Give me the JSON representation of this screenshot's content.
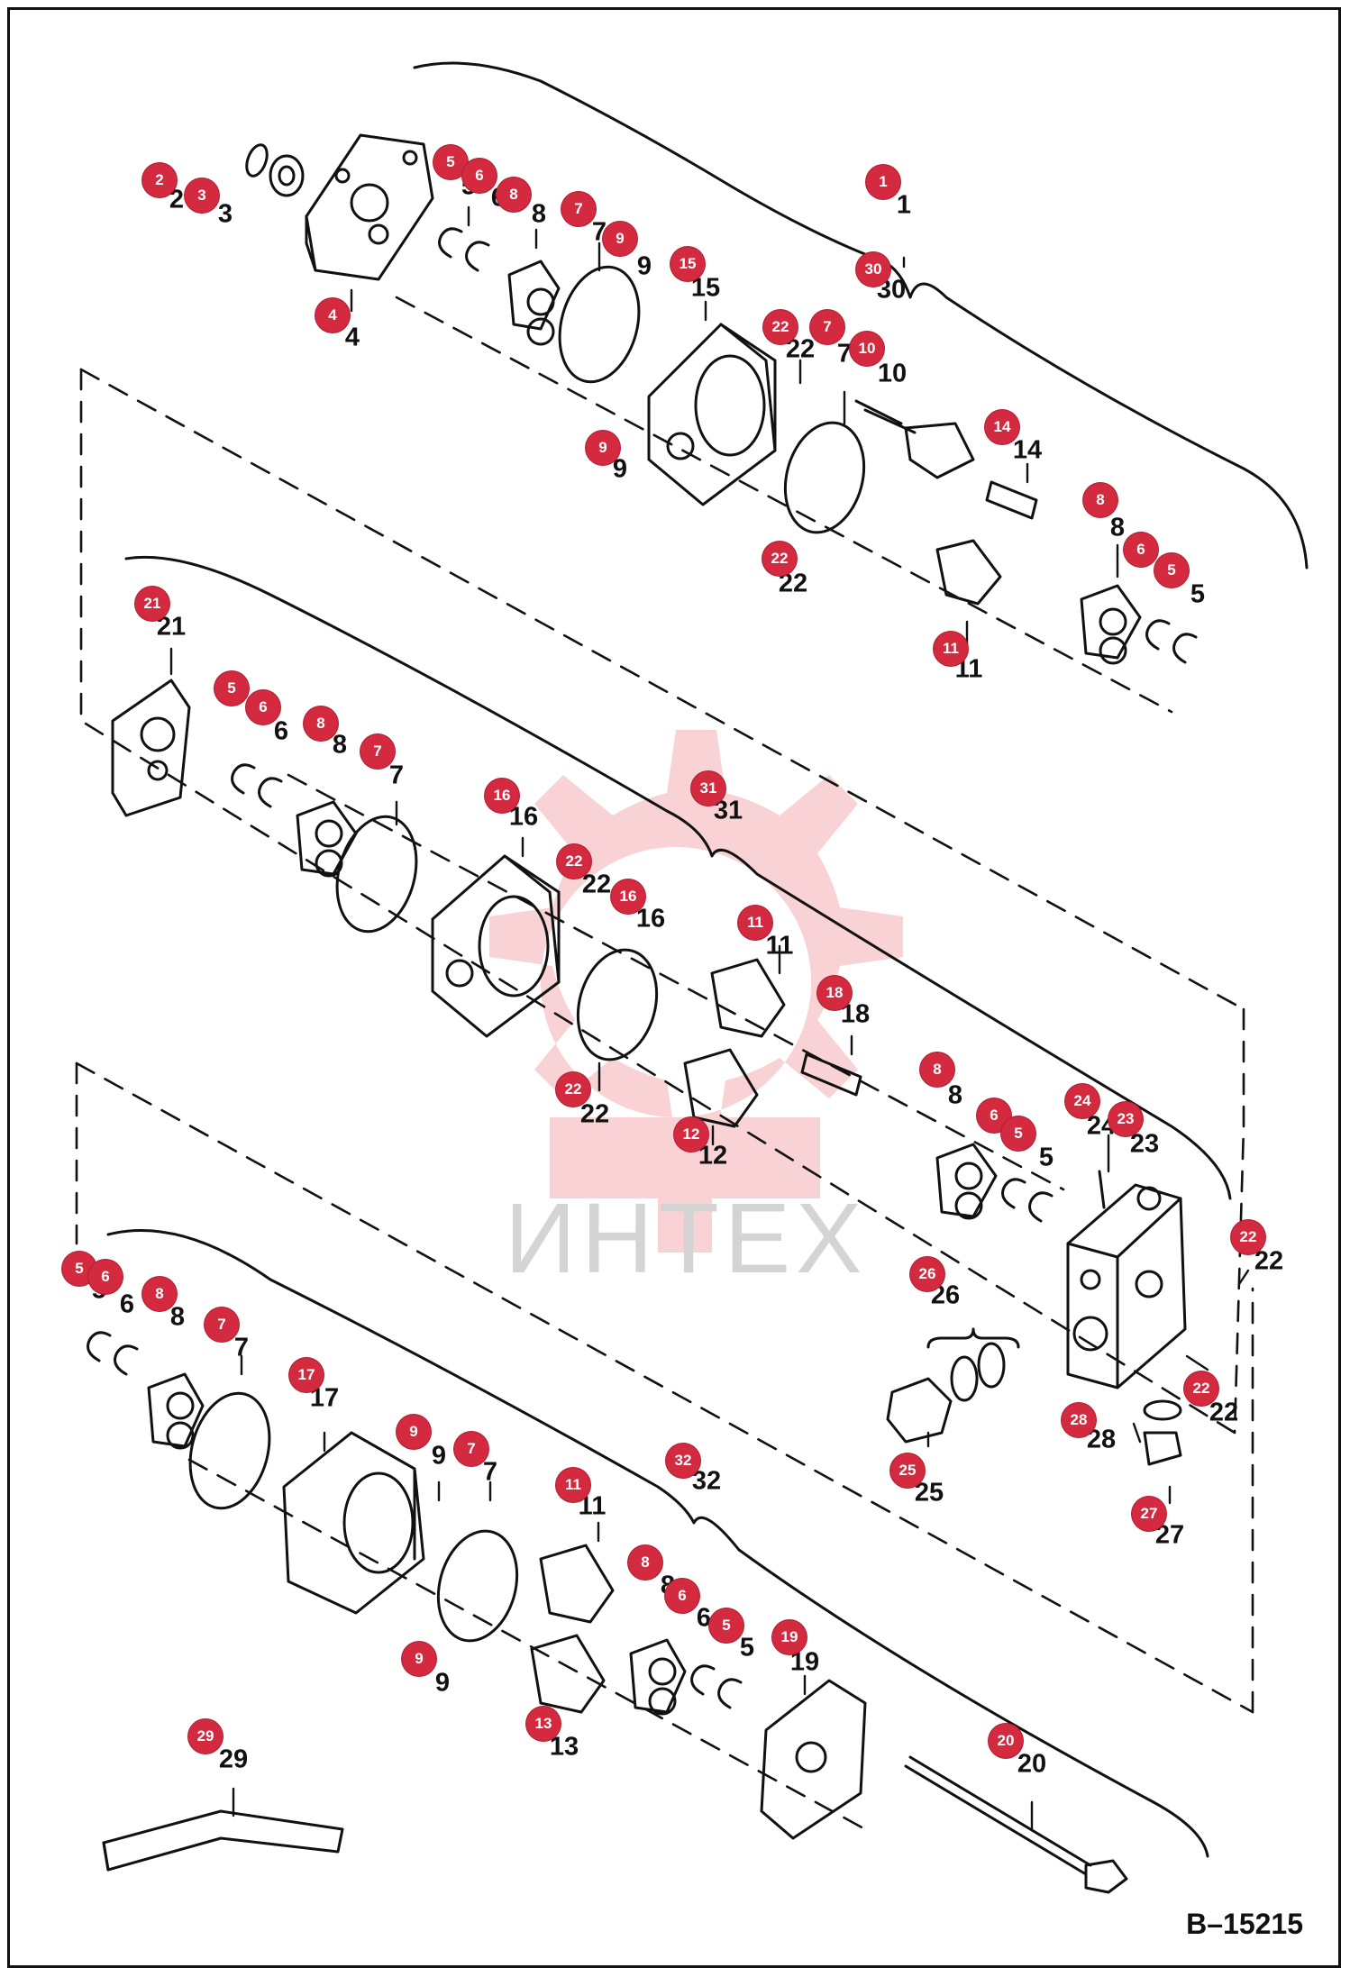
{
  "diagram": {
    "drawing_id": "B–15215",
    "watermark": "ИНТЕХ",
    "watermark_color": "#f2a7ad",
    "marker_color": "#d42a40",
    "callouts": [
      {
        "id": "c1",
        "number": "1"
      },
      {
        "id": "c2",
        "number": "2"
      },
      {
        "id": "c3",
        "number": "3"
      },
      {
        "id": "c4",
        "number": "4"
      },
      {
        "id": "c5a",
        "number": "5"
      },
      {
        "id": "c6a",
        "number": "6"
      },
      {
        "id": "c8a",
        "number": "8"
      },
      {
        "id": "c7a",
        "number": "7"
      },
      {
        "id": "c9a",
        "number": "9"
      },
      {
        "id": "c15",
        "number": "15"
      },
      {
        "id": "c30",
        "number": "30"
      },
      {
        "id": "c22a",
        "number": "22"
      },
      {
        "id": "c7b",
        "number": "7"
      },
      {
        "id": "c10",
        "number": "10"
      },
      {
        "id": "c9b",
        "number": "9"
      },
      {
        "id": "c14",
        "number": "14"
      },
      {
        "id": "c8b",
        "number": "8"
      },
      {
        "id": "c6b",
        "number": "6"
      },
      {
        "id": "c5b",
        "number": "5"
      },
      {
        "id": "c22b",
        "number": "22"
      },
      {
        "id": "c11a",
        "number": "11"
      },
      {
        "id": "c21",
        "number": "21"
      },
      {
        "id": "c5c",
        "number": "5"
      },
      {
        "id": "c6c",
        "number": "6"
      },
      {
        "id": "c8c",
        "number": "8"
      },
      {
        "id": "c7c",
        "number": "7"
      },
      {
        "id": "c16a",
        "number": "16"
      },
      {
        "id": "c31",
        "number": "31"
      },
      {
        "id": "c22c",
        "number": "22"
      },
      {
        "id": "c16b",
        "number": "16"
      },
      {
        "id": "c11b",
        "number": "11"
      },
      {
        "id": "c18",
        "number": "18"
      },
      {
        "id": "c22d",
        "number": "22"
      },
      {
        "id": "c12",
        "number": "12"
      },
      {
        "id": "c8d",
        "number": "8"
      },
      {
        "id": "c6d",
        "number": "6"
      },
      {
        "id": "c5d",
        "number": "5"
      },
      {
        "id": "c24",
        "number": "24"
      },
      {
        "id": "c23",
        "number": "23"
      },
      {
        "id": "c22e",
        "number": "22"
      },
      {
        "id": "c26",
        "number": "26"
      },
      {
        "id": "c22f",
        "number": "22"
      },
      {
        "id": "c28",
        "number": "28"
      },
      {
        "id": "c25",
        "number": "25"
      },
      {
        "id": "c27",
        "number": "27"
      },
      {
        "id": "c5e",
        "number": "5"
      },
      {
        "id": "c6e",
        "number": "6"
      },
      {
        "id": "c8e",
        "number": "8"
      },
      {
        "id": "c7d",
        "number": "7"
      },
      {
        "id": "c17",
        "number": "17"
      },
      {
        "id": "c9c",
        "number": "9"
      },
      {
        "id": "c7e",
        "number": "7"
      },
      {
        "id": "c11c",
        "number": "11"
      },
      {
        "id": "c32",
        "number": "32"
      },
      {
        "id": "c8f",
        "number": "8"
      },
      {
        "id": "c6f",
        "number": "6"
      },
      {
        "id": "c5f",
        "number": "5"
      },
      {
        "id": "c19",
        "number": "19"
      },
      {
        "id": "c9d",
        "number": "9"
      },
      {
        "id": "c13",
        "number": "13"
      },
      {
        "id": "c20",
        "number": "20"
      },
      {
        "id": "c29",
        "number": "29"
      }
    ]
  }
}
